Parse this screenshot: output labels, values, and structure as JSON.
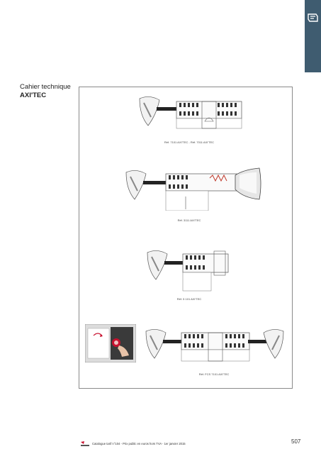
{
  "header": {
    "section_line1": "Cahier technique",
    "section_line2": "AXI'TEC"
  },
  "figures": [
    {
      "caption": "Réf. 7101 AXI'TEC - Réf. 7011 AXI'TEC"
    },
    {
      "caption": "Réf. 3111 AXI'TEC"
    },
    {
      "caption": "Réf. 5 101 AXI'TEC"
    },
    {
      "caption": "Réf. FCS 7101 AXI'TEC"
    }
  ],
  "footer": {
    "catalogue_text": "Catalogue tarif n°104 - Prix public en euros hors TVA - 1er janvier 2015",
    "page_number": "507"
  },
  "icons": {
    "side_tab": "key-cylinder-icon",
    "footer_logo": "brand-logo-icon"
  },
  "colors": {
    "side_tab": "#3f5c70",
    "frame": "#8a8a8a",
    "logo_red": "#c8102e"
  }
}
